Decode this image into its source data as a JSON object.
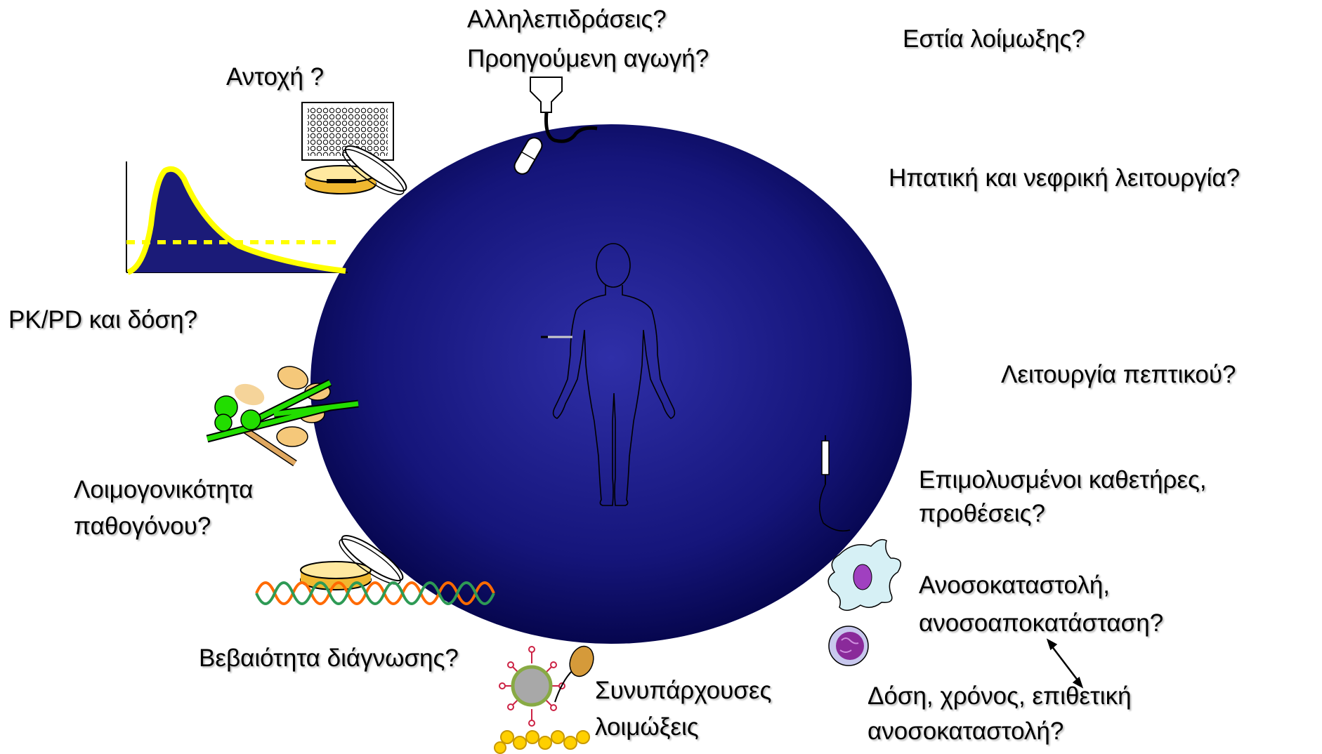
{
  "labels": {
    "interactions_line1": "Αλληλεπιδράσεις?",
    "interactions_line2": "Προηγούμενη αγωγή?",
    "infection_site": "Εστία λοίμωξης?",
    "tolerance": "Αντοχή ?",
    "liver_kidney": "Ηπατική και νεφρική λειτουργία?",
    "pkpd": "PK/PD και δόση?",
    "digestive": "Λειτουργία πεπτικού?",
    "virulence_line1": "Λοιμογονικότητα",
    "virulence_line2": "παθογόνου?",
    "catheters_line1": "Επιμολυσμένοι καθετήρες,",
    "catheters_line2": "προθέσεις?",
    "immuno_line1": "Ανοσοκαταστολή,",
    "immuno_line2": "ανοσοαποκατάσταση?",
    "diagnosis": "Βεβαιότητα διάγνωσης?",
    "coinfections_line1": "Συνυπάρχουσες",
    "coinfections_line2": "λοιμώξεις",
    "dose_line1": "Δόση, χρόνος, επιθετική",
    "dose_line2": "ανοσοκαταστολή?"
  },
  "colors": {
    "circle_center": "#2a2aa0",
    "circle_edge": "#06064e",
    "curve": "#ffff00",
    "fungus_green": "#22dd00",
    "spore_tan": "#f5c87a",
    "dna_orange": "#ff6a00",
    "dna_green": "#2e9a55",
    "cell_purple": "#8a2a9a"
  }
}
